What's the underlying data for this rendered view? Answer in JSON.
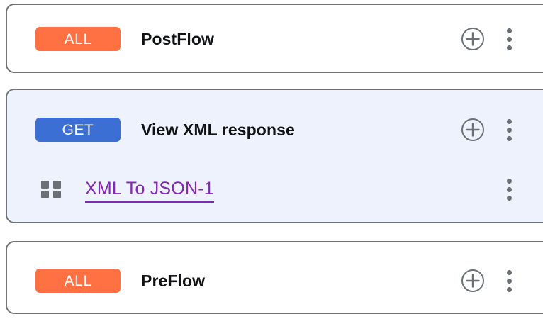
{
  "colors": {
    "badge_all": "#ff7043",
    "badge_get": "#3b6fd4",
    "selected_card_bg": "#edf2fc",
    "card_border": "#6f7277",
    "policy_link": "#8426b8",
    "icon_gray": "#6b7076",
    "title_text": "#111214"
  },
  "flows": [
    {
      "id": "postflow",
      "method_label": "ALL",
      "method_type": "all",
      "name": "PostFlow",
      "selected": false,
      "add_icon": "plus-circle-icon",
      "menu_icon": "kebab-menu-icon",
      "policies": []
    },
    {
      "id": "view-xml-response",
      "method_label": "GET",
      "method_type": "get",
      "name": "View XML response",
      "selected": true,
      "add_icon": "plus-circle-icon",
      "menu_icon": "kebab-menu-icon",
      "policies": [
        {
          "id": "xml-to-json-1",
          "name": "XML To JSON-1",
          "icon": "grid-squares-icon",
          "menu_icon": "kebab-menu-icon"
        }
      ]
    },
    {
      "id": "preflow",
      "method_label": "ALL",
      "method_type": "all",
      "name": "PreFlow",
      "selected": false,
      "add_icon": "plus-circle-icon",
      "menu_icon": "kebab-menu-icon",
      "policies": []
    }
  ]
}
